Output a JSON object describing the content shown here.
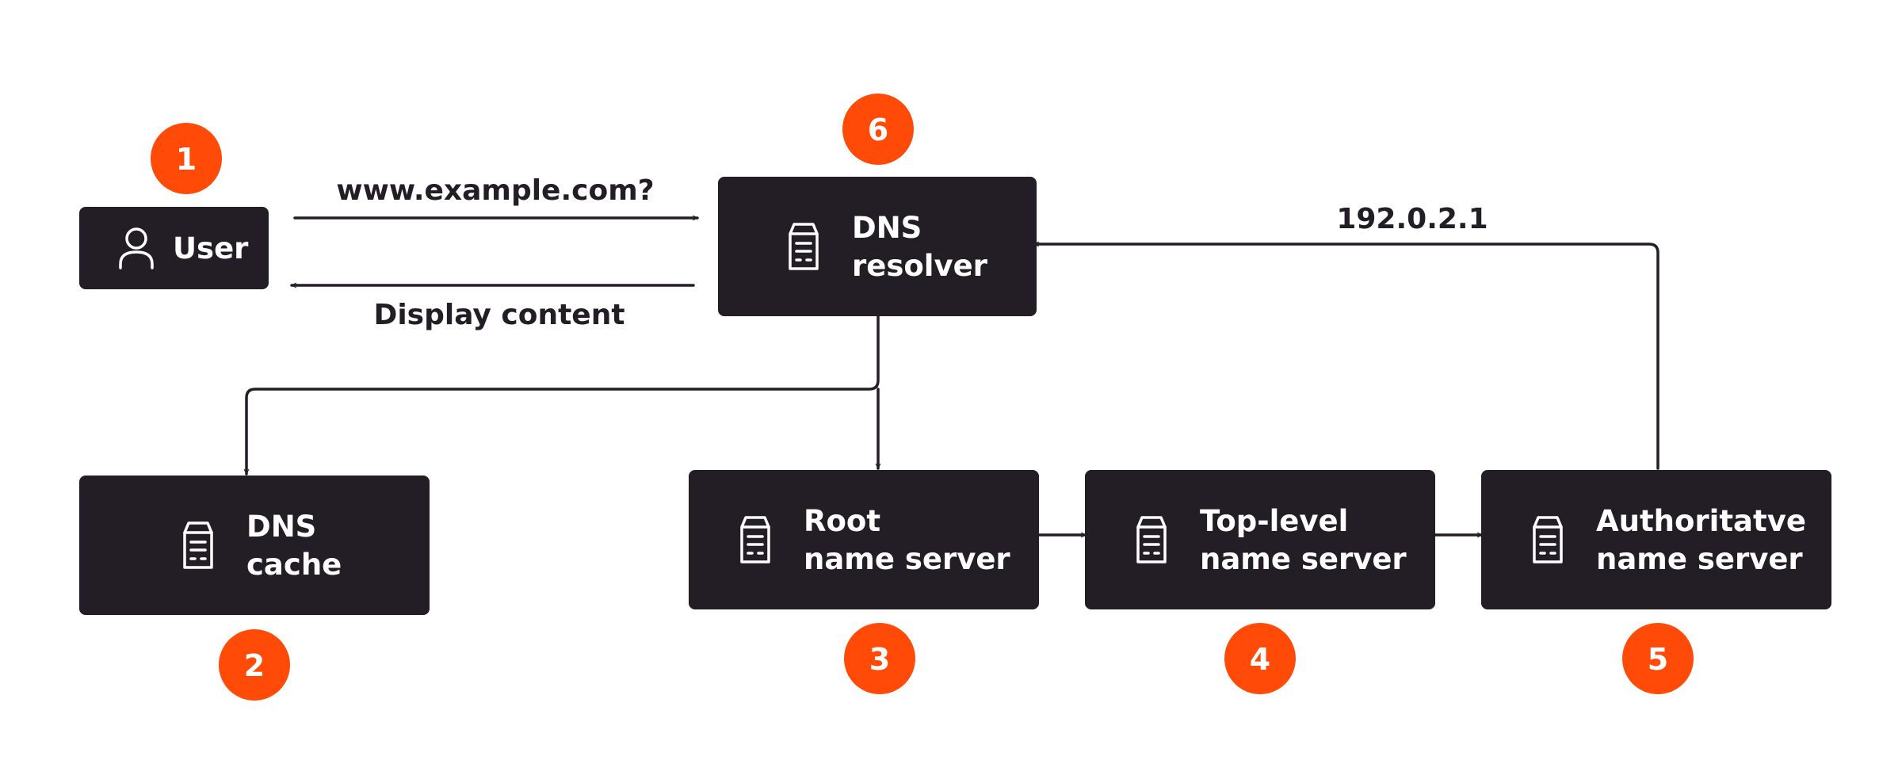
{
  "colors": {
    "node_fill": "#231d26",
    "node_text": "#ffffff",
    "badge": "#ff4a08",
    "line": "#231d26",
    "background": "#ffffff"
  },
  "nodes": {
    "user": {
      "label": "User",
      "icon": "user-icon",
      "step": "1"
    },
    "dns_resolver": {
      "label_line1": "DNS",
      "label_line2": "resolver",
      "icon": "server-icon",
      "step": "6"
    },
    "dns_cache": {
      "label_line1": "DNS",
      "label_line2": "cache",
      "icon": "server-icon",
      "step": "2"
    },
    "root_server": {
      "label_line1": "Root",
      "label_line2": "name server",
      "icon": "server-icon",
      "step": "3"
    },
    "tld_server": {
      "label_line1": "Top-level",
      "label_line2": "name server",
      "icon": "server-icon",
      "step": "4"
    },
    "authoritative_server": {
      "label_line1": "Authoritatve",
      "label_line2": "name server",
      "icon": "server-icon",
      "step": "5"
    }
  },
  "edges": {
    "query": "www.example.com?",
    "display": "Display content",
    "answer": "192.0.2.1"
  }
}
